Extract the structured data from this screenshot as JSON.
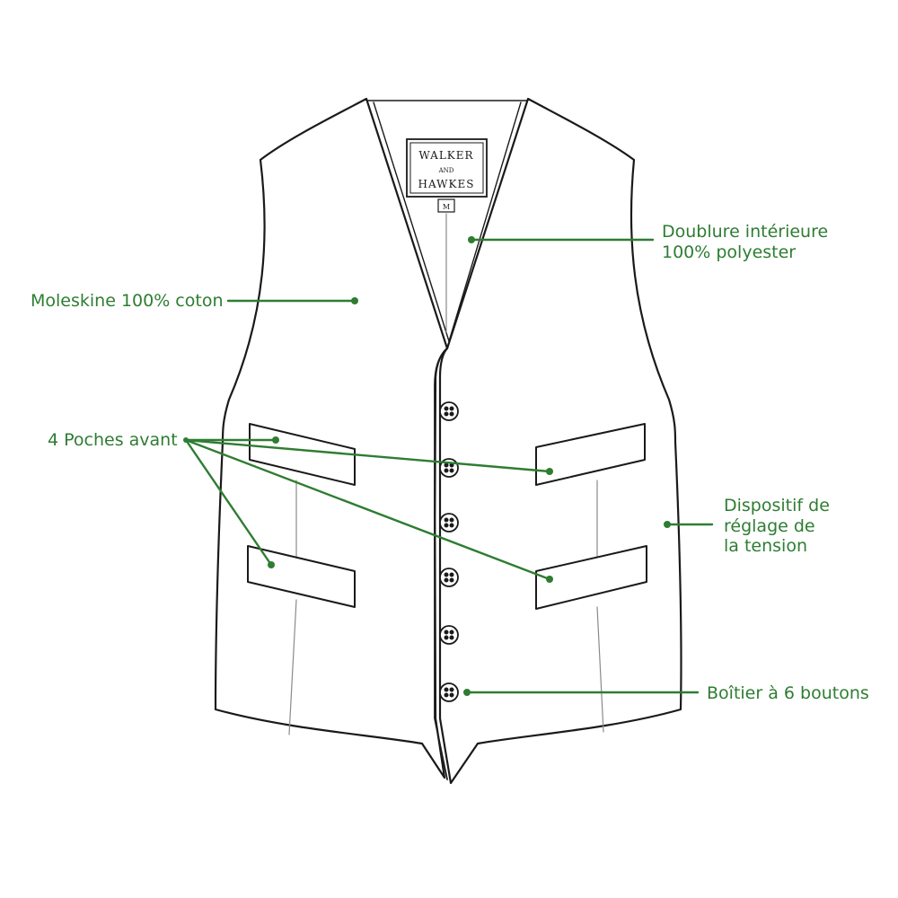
{
  "colors": {
    "accent": "#2e7d32",
    "outline": "#1a1a1a",
    "seam": "#8a8a8a",
    "background": "#ffffff"
  },
  "label": {
    "brand_top": "WALKER",
    "brand_mid": "AND",
    "brand_bottom": "HAWKES",
    "size": "M"
  },
  "callouts": {
    "lining_line1": "Doublure intérieure",
    "lining_line2": "100% polyester",
    "fabric": "Moleskine 100% coton",
    "pockets": "4 Poches avant",
    "tension_line1": "Dispositif de",
    "tension_line2": "réglage de",
    "tension_line3": "la tension",
    "buttons": "Boîtier à 6 boutons"
  }
}
